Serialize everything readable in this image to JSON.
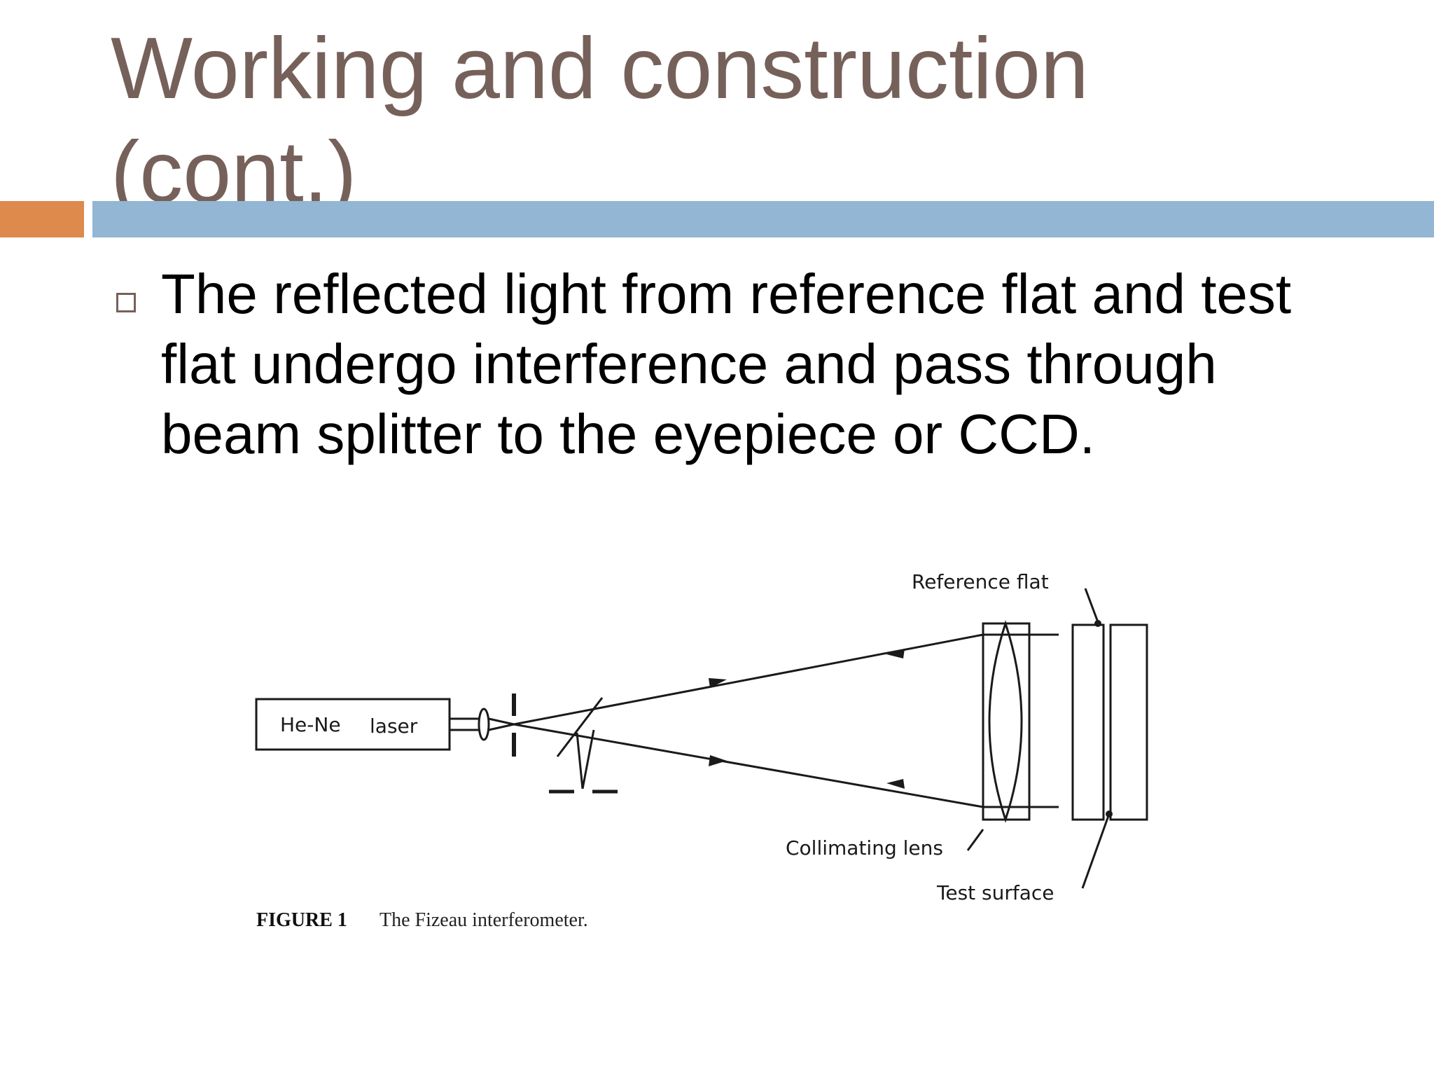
{
  "slide": {
    "title_line1": "Working and construction",
    "title_line2": "(cont.)",
    "bullet_text": "The reflected light from reference flat and test flat undergo interference and pass through beam splitter to the eyepiece or CCD."
  },
  "figure": {
    "laser_label_1": "He-Ne",
    "laser_label_2": "laser",
    "reference_flat_label": "Reference flat",
    "collimating_lens_label": "Collimating lens",
    "test_surface_label": "Test surface",
    "caption_number": "FIGURE 1",
    "caption_text": "The Fizeau interferometer."
  },
  "colors": {
    "title": "#76615a",
    "accent_orange": "#de8a4c",
    "accent_blue": "#92b6d3"
  }
}
